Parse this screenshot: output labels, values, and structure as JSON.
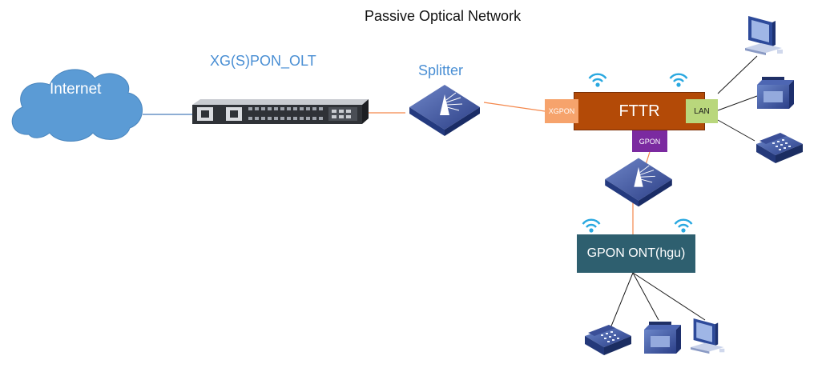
{
  "title": "Passive Optical Network",
  "nodes": {
    "internet": "Internet",
    "olt": "XG(S)PON_OLT",
    "splitter": "Splitter",
    "fttr": "FTTR",
    "xgpon_port": "XGPON",
    "lan_port": "LAN",
    "gpon_port": "GPON",
    "ont": "GPON ONT(hgu)"
  },
  "colors": {
    "label_blue": "#4a8fd4",
    "cloud": "#5b9bd5",
    "fiber": "#f4874b",
    "fttr": "#b34a07",
    "xgpon": "#f6a36c",
    "lan": "#b9d77c",
    "gpon": "#7b2aa0",
    "ont": "#2e5f6f",
    "wifi": "#29a8e0",
    "device": "#3f5aa6"
  },
  "icons": [
    "cloud-icon",
    "olt-chassis-icon",
    "splitter-icon",
    "wifi-icon",
    "computer-icon",
    "printer-icon",
    "phone-icon"
  ]
}
